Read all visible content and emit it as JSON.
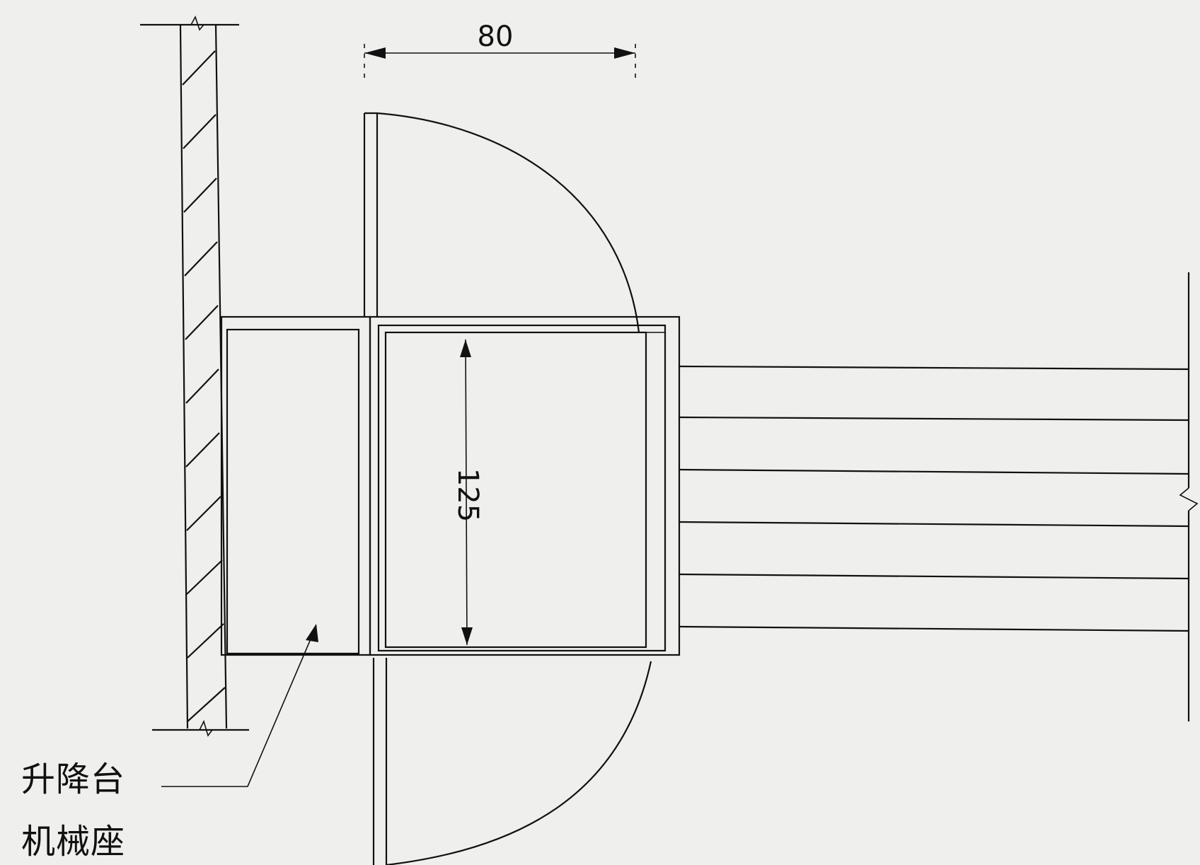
{
  "dimensions": {
    "width_label": "80",
    "height_label": "125"
  },
  "callout": {
    "line1": "升降台",
    "line2": "机械座"
  }
}
